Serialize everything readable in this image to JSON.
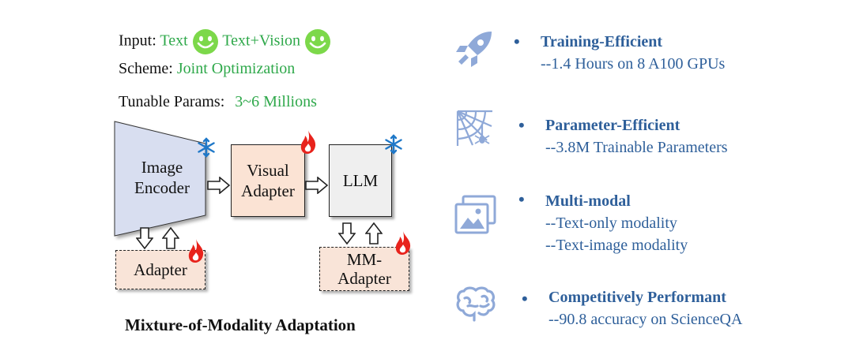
{
  "left": {
    "input_label": "Input:",
    "input_value_1": "Text",
    "input_value_2": "Text+Vision",
    "scheme_label": "Scheme:",
    "scheme_value": "Joint Optimization",
    "params_label": "Tunable Params:",
    "params_value": "3~6 Millions",
    "image_encoder_line1": "Image",
    "image_encoder_line2": "Encoder",
    "visual_adapter_line1": "Visual",
    "visual_adapter_line2": "Adapter",
    "llm": "LLM",
    "adapter": "Adapter",
    "mm_adapter_line1": "MM-",
    "mm_adapter_line2": "Adapter",
    "caption": "Mixture-of-Modality Adaptation"
  },
  "features": [
    {
      "icon": "rocket-icon",
      "title": "Training-Efficient",
      "lines": [
        "--1.4 Hours on 8 A100 GPUs"
      ]
    },
    {
      "icon": "spider-web-icon",
      "title": "Parameter-Efficient",
      "lines": [
        "--3.8M Trainable Parameters"
      ]
    },
    {
      "icon": "images-icon",
      "title": "Multi-modal",
      "lines": [
        "--Text-only modality",
        "--Text-image modality"
      ]
    },
    {
      "icon": "brain-icon",
      "title": "Competitively Performant",
      "lines": [
        "--90.8 accuracy on ScienceQA"
      ]
    }
  ],
  "colors": {
    "green": "#2ea84a",
    "feature_blue": "#2e5f9a",
    "icon_blue": "#8fa9d8",
    "adapter_fill": "#fbe3d4",
    "llm_fill": "#efefef",
    "frozen": "#1f78c8",
    "tunable": "#e8231c"
  }
}
